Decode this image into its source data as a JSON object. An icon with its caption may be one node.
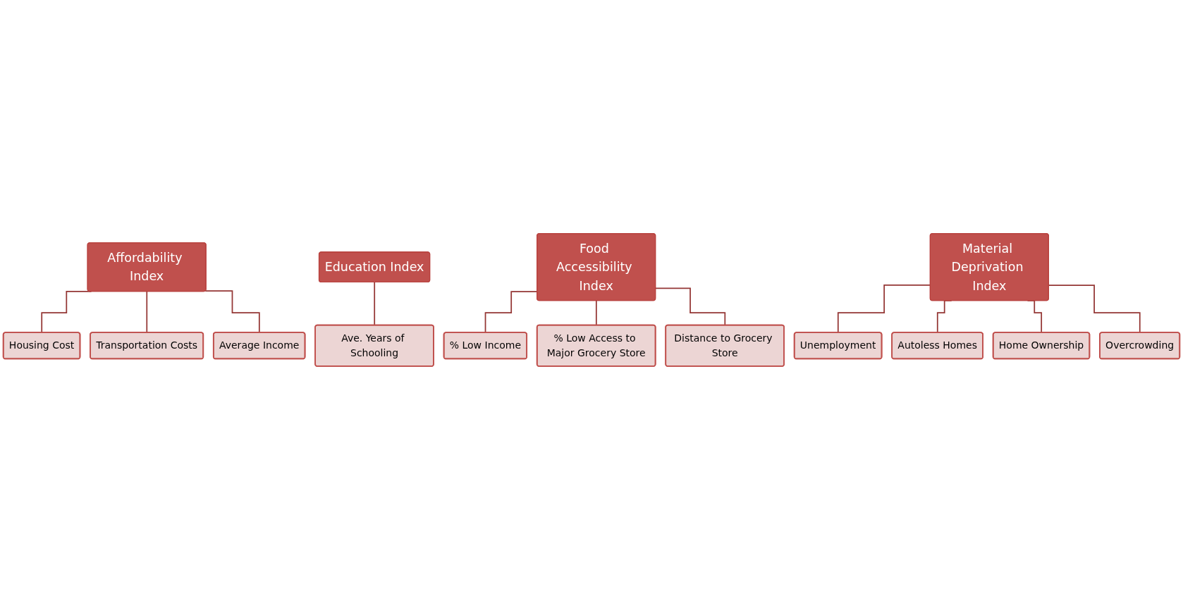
{
  "diagram": {
    "nodes": [
      {
        "text": [
          "Affordability Index"
        ]
      },
      {
        "text": [
          "Housing Cost"
        ]
      },
      {
        "text": [
          "Transportation Costs"
        ]
      },
      {
        "text": [
          "Average Income"
        ]
      },
      {
        "text": [
          "Education Index"
        ]
      },
      {
        "text": [
          "Ave. Years of Schooling"
        ]
      },
      {
        "text": [
          "Food Accessibility Index"
        ]
      },
      {
        "text": [
          "% Low Income"
        ]
      },
      {
        "text": [
          "% Low Access to Major Grocery Store"
        ]
      },
      {
        "text": [
          "Distance to Grocery Store"
        ]
      },
      {
        "text": [
          "Material Deprivation Index"
        ]
      },
      {
        "text": [
          "Unemployment"
        ]
      },
      {
        "text": [
          "Autoless Homes"
        ]
      },
      {
        "text": [
          "Home Ownership"
        ]
      },
      {
        "text": [
          "Overcrowding"
        ]
      }
    ],
    "edges": [
      {
        "from": 0,
        "to": 1,
        "arrow": "none"
      },
      {
        "from": 0,
        "to": 2,
        "arrow": "none"
      },
      {
        "from": 0,
        "to": 3,
        "arrow": "none"
      },
      {
        "from": 4,
        "to": 5,
        "arrow": "none"
      },
      {
        "from": 6,
        "to": 7,
        "arrow": "none"
      },
      {
        "from": 6,
        "to": 8,
        "arrow": "none"
      },
      {
        "from": 6,
        "to": 9,
        "arrow": "none"
      },
      {
        "from": 10,
        "to": 11,
        "arrow": "none"
      },
      {
        "from": 10,
        "to": 12,
        "arrow": "none"
      },
      {
        "from": 10,
        "to": 13,
        "arrow": "none"
      },
      {
        "from": 10,
        "to": 14,
        "arrow": "none"
      }
    ]
  }
}
